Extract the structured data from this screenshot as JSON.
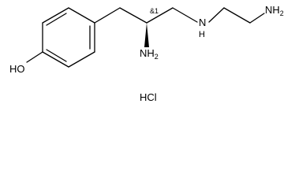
{
  "molecule": {
    "atoms": {
      "hydroxyl": {
        "main": "HO"
      },
      "amine_stereo": {
        "main": "NH",
        "sub": "2"
      },
      "secondary_amine": {
        "main": "N",
        "sub2": "H"
      },
      "terminal_amine": {
        "main": "NH",
        "sub": "2"
      }
    },
    "stereo_descriptor": "&1",
    "salt": "HCl"
  },
  "colors": {
    "ink": "#000000",
    "background": "#ffffff"
  }
}
